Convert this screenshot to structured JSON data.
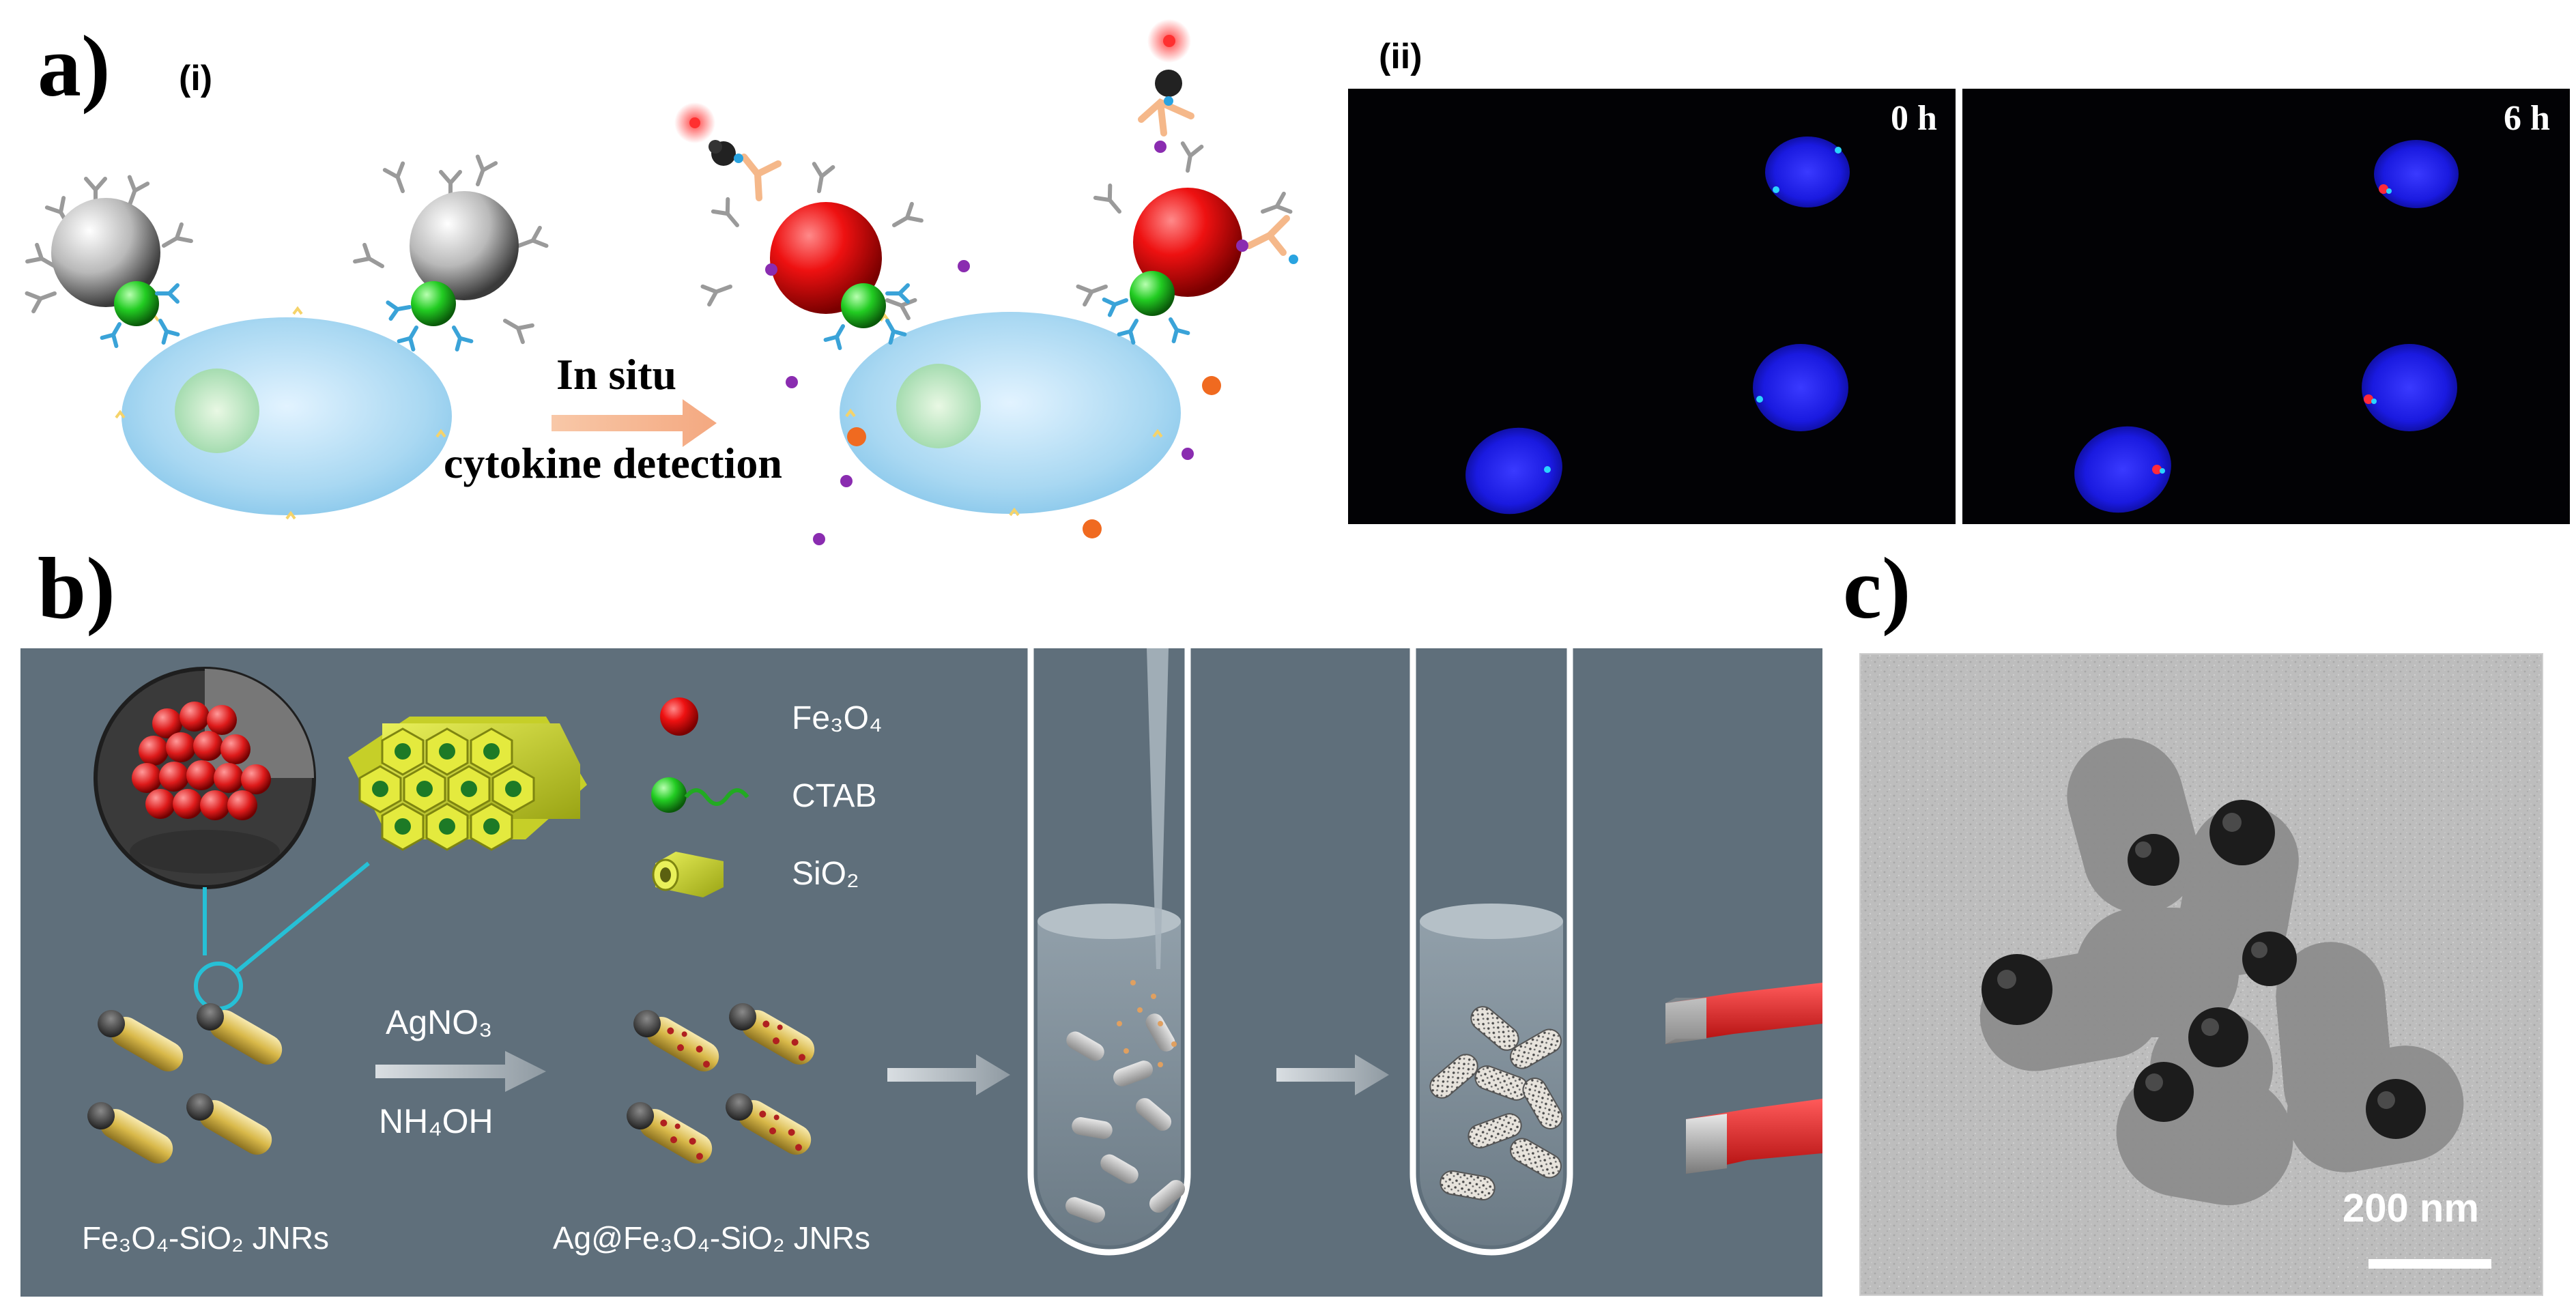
{
  "panel_a": {
    "label": "a)",
    "sub_i": "(i)",
    "sub_ii": "(ii)",
    "arrow_line1": "In situ",
    "arrow_line2": "cytokine detection",
    "time_left": "0 h",
    "time_right": "6 h"
  },
  "panel_b": {
    "label": "b)",
    "legend": [
      {
        "text": "Fe₃O₄",
        "icon": "red-sphere-icon"
      },
      {
        "text": "CTAB",
        "icon": "green-sphere-tail-icon"
      },
      {
        "text": "SiO₂",
        "icon": "yellow-hexagon-tube-icon"
      }
    ],
    "reagent_top": "AgNO₃",
    "reagent_bottom": "NH₄OH",
    "caption_left": "Fe₃O₄-SiO₂ JNRs",
    "caption_right": "Ag@Fe₃O₄-SiO₂ JNRs",
    "colors": {
      "background": "#5f6f7b",
      "accent": "#26c0d6"
    }
  },
  "panel_c": {
    "label": "c)",
    "scale_bar": "200 nm"
  }
}
